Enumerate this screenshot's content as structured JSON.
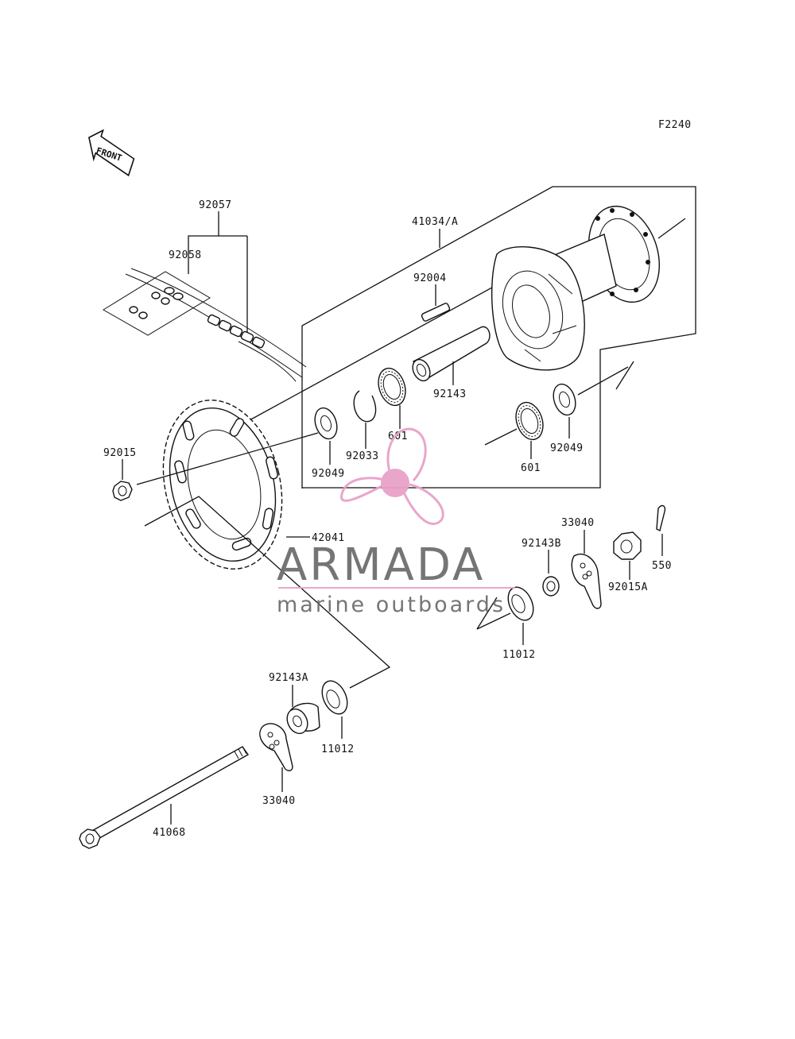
{
  "diagram_code": "F2240",
  "front_arrow_text": "FRONT",
  "watermark": {
    "brand": "ARMADA",
    "tagline": "marine outboards",
    "accent_color": "#e8a2c8",
    "text_color": "#6e6e6e"
  },
  "labels": {
    "chain_assembly": "92057",
    "chain_link": "92058",
    "hub_assembly": "41034/A",
    "stud_bolt": "92004",
    "spacer_long": "92143",
    "bearing_left": "601",
    "bearing_right": "601",
    "circlip": "92033",
    "seal_left": "92049",
    "seal_right": "92049",
    "sprocket_nut": "92015",
    "sprocket": "42041",
    "adjuster_right": "33040",
    "collar_right": "92143B",
    "axle_nut": "92015A",
    "cotter_pin": "550",
    "cap_right": "11012",
    "collar_left": "92143A",
    "cap_left": "11012",
    "adjuster_left": "33040",
    "axle": "41068"
  }
}
